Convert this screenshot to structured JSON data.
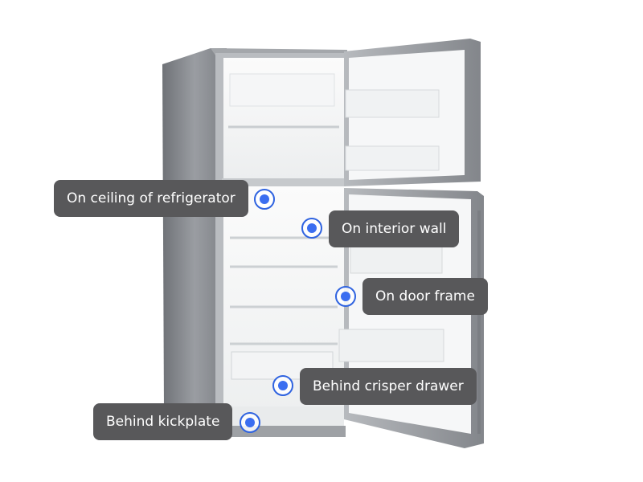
{
  "hotspots": [
    {
      "id": "ceiling",
      "label": "On ceiling of refrigerator"
    },
    {
      "id": "interior-wall",
      "label": "On interior wall"
    },
    {
      "id": "door-frame",
      "label": "On door frame"
    },
    {
      "id": "crisper",
      "label": "Behind crisper drawer"
    },
    {
      "id": "kickplate",
      "label": "Behind kickplate"
    }
  ],
  "colors": {
    "label_bg": "#58585a",
    "label_text": "#ffffff",
    "marker_ring": "#2f63e0",
    "marker_dot": "#3b6ef0",
    "fridge_body": "#8e9196"
  },
  "image": {
    "subject": "two-door refrigerator with both doors open"
  }
}
